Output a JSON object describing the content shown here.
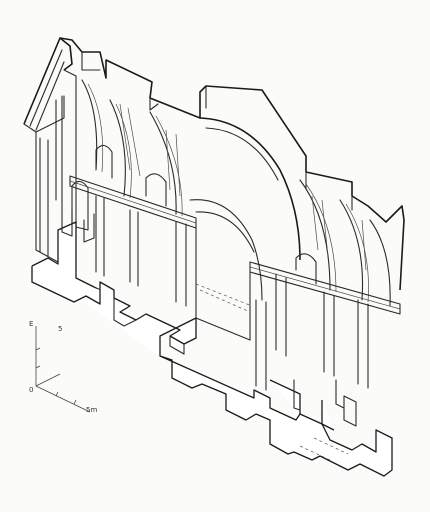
{
  "scale": {
    "label_e": "E",
    "label_mid": "5",
    "label_zero": "0",
    "label_right": "5m"
  }
}
